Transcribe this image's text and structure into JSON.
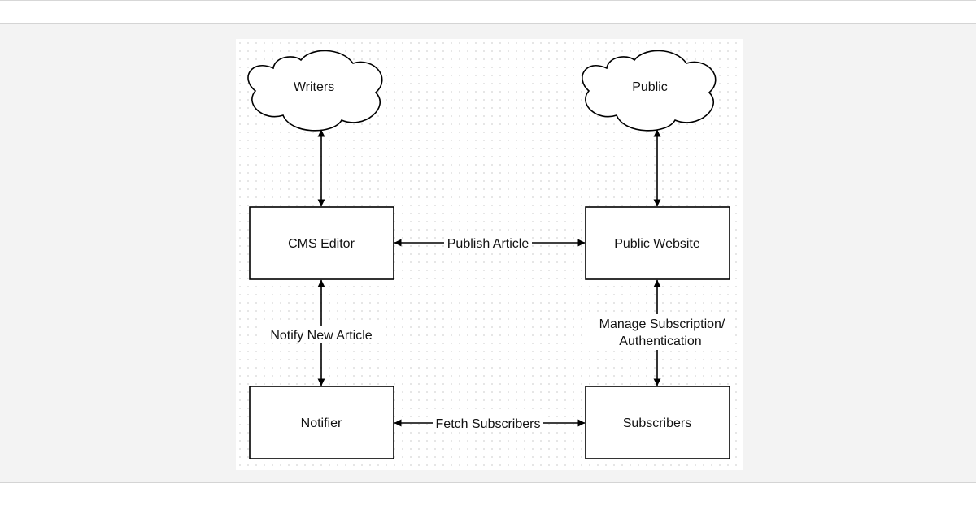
{
  "diagram": {
    "clouds": {
      "writers": "Writers",
      "public": "Public"
    },
    "boxes": {
      "cms_editor": "CMS Editor",
      "public_website": "Public Website",
      "notifier": "Notifier",
      "subscribers": "Subscribers"
    },
    "edges": {
      "publish_article": "Publish Article",
      "notify_new_article": "Notify New Article",
      "manage_subscription_line1": "Manage Subscription/",
      "manage_subscription_line2": "Authentication",
      "fetch_subscribers": "Fetch Subscribers"
    }
  }
}
